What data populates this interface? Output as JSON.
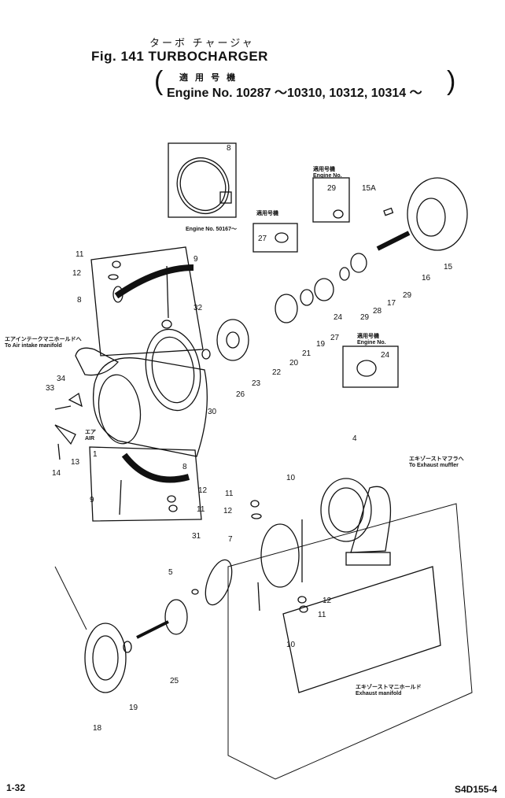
{
  "header": {
    "title_jp": "ターボ チャージャ",
    "fig_label": "Fig. 141",
    "title_en": "TURBOCHARGER",
    "applicable_jp": "適 用 号 機",
    "engine_range": "Engine No. 10287 ～10310, 10312, 10314 ～"
  },
  "notes": {
    "box_29_jp": "適用号機",
    "box_29_en": "Engine No.",
    "box_27_jp": "適用号機",
    "box_27_en": "Engine No. 50167～",
    "box_24_jp": "適用号機",
    "box_24_en": "Engine No.",
    "air_intake_jp": "エアインテークマニホールドへ",
    "air_intake_en": "To Air intake manifold",
    "air_jp": "エア",
    "air_en": "AIR",
    "exhaust_muffler_jp": "エキゾーストマフラへ",
    "exhaust_muffler_en": "To Exhaust muffler",
    "exhaust_manifold_jp": "エキゾーストマニホールド",
    "exhaust_manifold_en": "Exhaust manifold"
  },
  "callouts": [
    {
      "id": "c8a",
      "label": "8"
    },
    {
      "id": "c29a",
      "label": "29"
    },
    {
      "id": "c15a",
      "label": "15A"
    },
    {
      "id": "c27a",
      "label": "27"
    },
    {
      "id": "c11a",
      "label": "11"
    },
    {
      "id": "c9a",
      "label": "9"
    },
    {
      "id": "c12a",
      "label": "12"
    },
    {
      "id": "c8b",
      "label": "8"
    },
    {
      "id": "c32",
      "label": "32"
    },
    {
      "id": "c15",
      "label": "15"
    },
    {
      "id": "c16",
      "label": "16"
    },
    {
      "id": "c29b",
      "label": "29"
    },
    {
      "id": "c17",
      "label": "17"
    },
    {
      "id": "c28",
      "label": "28"
    },
    {
      "id": "c29c",
      "label": "29"
    },
    {
      "id": "c24a",
      "label": "24"
    },
    {
      "id": "c27b",
      "label": "27"
    },
    {
      "id": "c19a",
      "label": "19"
    },
    {
      "id": "c21",
      "label": "21"
    },
    {
      "id": "c20",
      "label": "20"
    },
    {
      "id": "c22",
      "label": "22"
    },
    {
      "id": "c23",
      "label": "23"
    },
    {
      "id": "c26",
      "label": "26"
    },
    {
      "id": "c24b",
      "label": "24"
    },
    {
      "id": "c30",
      "label": "30"
    },
    {
      "id": "c34",
      "label": "34"
    },
    {
      "id": "c33",
      "label": "33"
    },
    {
      "id": "c1",
      "label": "1"
    },
    {
      "id": "c13",
      "label": "13"
    },
    {
      "id": "c14",
      "label": "14"
    },
    {
      "id": "c8c",
      "label": "8"
    },
    {
      "id": "c12b",
      "label": "12"
    },
    {
      "id": "c9b",
      "label": "9"
    },
    {
      "id": "c11b",
      "label": "11"
    },
    {
      "id": "c4",
      "label": "4"
    },
    {
      "id": "c10a",
      "label": "10"
    },
    {
      "id": "c11c",
      "label": "11"
    },
    {
      "id": "c12c",
      "label": "12"
    },
    {
      "id": "c7",
      "label": "7"
    },
    {
      "id": "c31",
      "label": "31"
    },
    {
      "id": "c5",
      "label": "5"
    },
    {
      "id": "c12d",
      "label": "12"
    },
    {
      "id": "c11d",
      "label": "11"
    },
    {
      "id": "c10b",
      "label": "10"
    },
    {
      "id": "c25",
      "label": "25"
    },
    {
      "id": "c19b",
      "label": "19"
    },
    {
      "id": "c18",
      "label": "18"
    }
  ],
  "footer": {
    "page": "1-32",
    "code": "S4D155-4"
  }
}
